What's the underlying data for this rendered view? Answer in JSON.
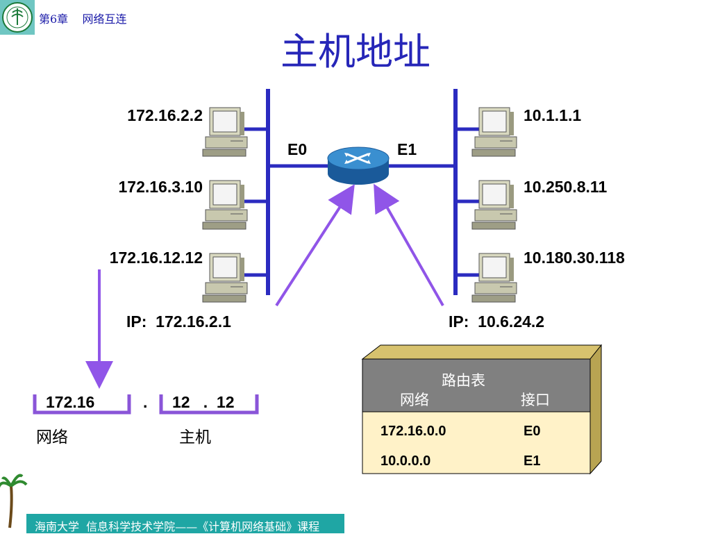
{
  "header": {
    "chapter": "第6章    网络互连",
    "title": "主机地址"
  },
  "left_hosts": [
    "172.16.2.2",
    "172.16.3.10",
    "172.16.12.12"
  ],
  "right_hosts": [
    "10.1.1.1",
    "10.250.8.11",
    "10.180.30.118"
  ],
  "router": {
    "left_interface": "E0",
    "right_interface": "E1",
    "left_ip": "IP:  172.16.2.1",
    "right_ip": "IP:  10.6.24.2"
  },
  "address_breakdown": {
    "network_part": "172.16",
    "dot": ".",
    "host_part": "12   .  12",
    "network_label": "网络",
    "host_label": "主机"
  },
  "routing_table": {
    "title": "路由表",
    "col_network": "网络",
    "col_interface": "接口",
    "rows": [
      {
        "network": "172.16.0.0",
        "interface": "E0"
      },
      {
        "network": "10.0.0.0",
        "interface": "E1"
      }
    ]
  },
  "footer": {
    "text": "海南大学  信息科学技术学院——《计算机网络基础》课程"
  },
  "colors": {
    "bus": "#2b2bc0",
    "arrow": "#9055e8",
    "table_header": "#808080",
    "table_top": "#d7c26e",
    "table_body": "#fff2c8",
    "bracket": "#8a55d8",
    "router_top": "#3a8fd0",
    "router_side": "#1a5a9a"
  }
}
